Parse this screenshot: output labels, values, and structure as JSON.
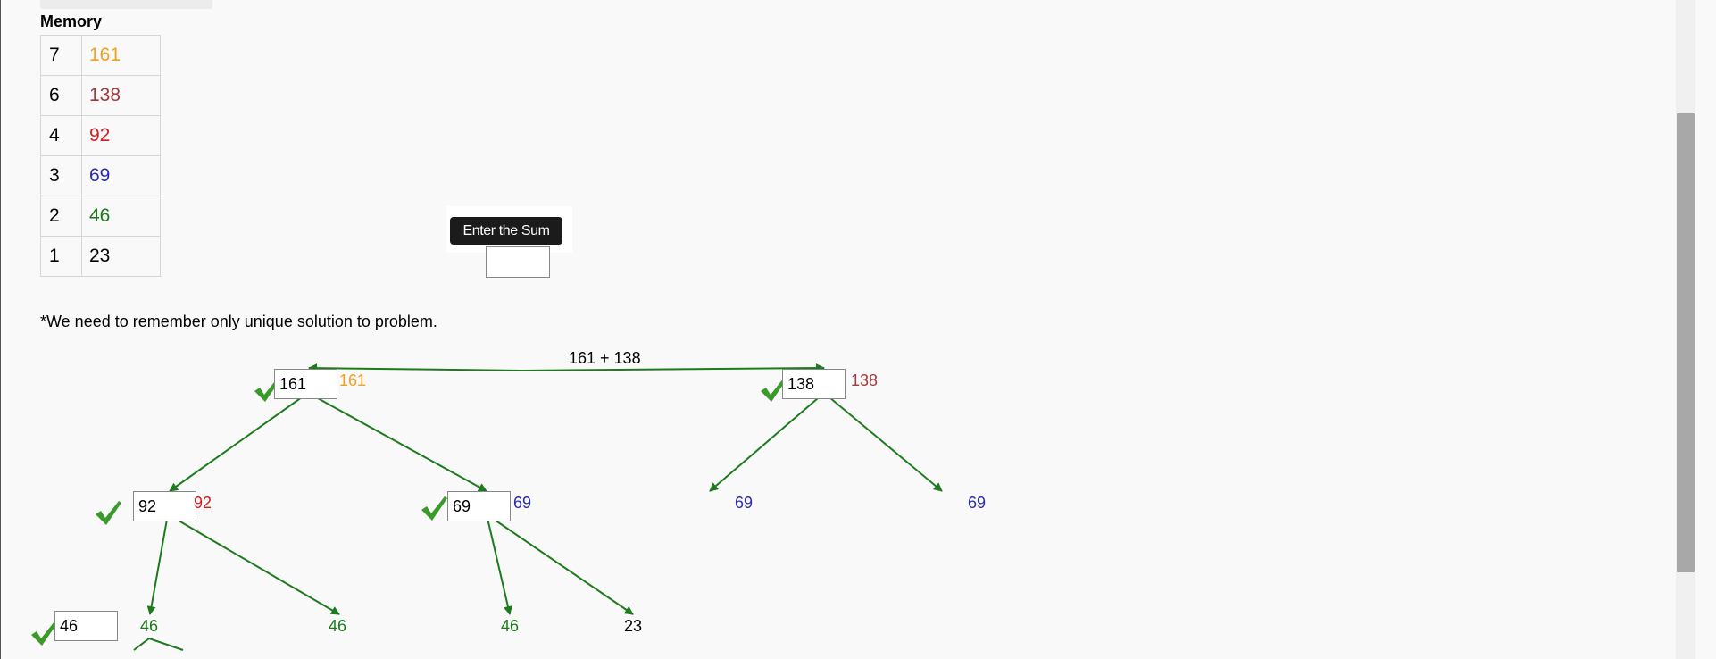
{
  "memory": {
    "title": "Memory",
    "rows": [
      {
        "index": "7",
        "value": "161",
        "color": "#f0a020"
      },
      {
        "index": "6",
        "value": "138",
        "color": "#a03a3a"
      },
      {
        "index": "4",
        "value": "92",
        "color": "#d02020"
      },
      {
        "index": "3",
        "value": "69",
        "color": "#2a2ab0"
      },
      {
        "index": "2",
        "value": "46",
        "color": "#1a7a1a"
      },
      {
        "index": "1",
        "value": "23",
        "color": "#000000"
      }
    ]
  },
  "sum": {
    "label": "Enter the Sum",
    "input_value": ""
  },
  "note": "*We need to remember only unique solution to problem.",
  "tree": {
    "top_label": "161 + 138",
    "nodes": {
      "n161": {
        "box": "161",
        "label": "161",
        "label_color": "#f0a020"
      },
      "n138": {
        "box": "138",
        "label": "138",
        "label_color": "#a03a3a"
      },
      "n92": {
        "box": "92",
        "label": "92",
        "label_color": "#d02020"
      },
      "n69a": {
        "box": "69",
        "label": "69",
        "label_color": "#2a2ab0"
      },
      "n69b": {
        "label": "69",
        "label_color": "#2a2ab0"
      },
      "n69c": {
        "label": "69",
        "label_color": "#2a2ab0"
      },
      "n46a": {
        "box": "46"
      },
      "n46b": {
        "label": "46",
        "label_color": "#1a7a1a"
      },
      "n46c": {
        "label": "46",
        "label_color": "#1a7a1a"
      },
      "n46d": {
        "label": "46",
        "label_color": "#1a7a1a"
      },
      "n23": {
        "label": "23",
        "label_color": "#000000"
      }
    },
    "check_icon": "check-icon",
    "edge_color": "#1e7a1e"
  }
}
